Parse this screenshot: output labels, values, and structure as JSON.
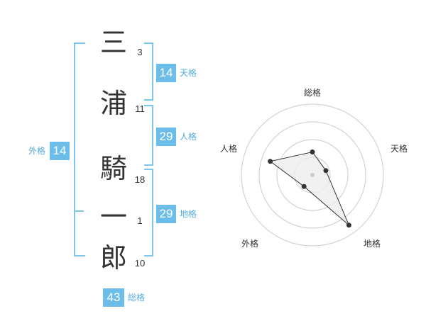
{
  "name": [
    {
      "char": "三",
      "strokes": "3"
    },
    {
      "char": "浦",
      "strokes": "11"
    },
    {
      "char": "騎",
      "strokes": "18"
    },
    {
      "char": "一",
      "strokes": "1"
    },
    {
      "char": "郎",
      "strokes": "10"
    }
  ],
  "fortunes": {
    "tenkaku": {
      "value": "14",
      "label": "天格"
    },
    "jinkaku": {
      "value": "29",
      "label": "人格"
    },
    "chikaku": {
      "value": "29",
      "label": "地格"
    },
    "gaikaku": {
      "value": "14",
      "label": "外格"
    },
    "soukaku": {
      "value": "43",
      "label": "総格"
    }
  },
  "chart_data": {
    "type": "radar",
    "axes": [
      "総格",
      "天格",
      "地格",
      "外格",
      "人格"
    ],
    "rmax": 4,
    "rings": 4,
    "values": [
      1.3,
      0.8,
      3.5,
      0.8,
      2.5
    ],
    "series_color": "#333333",
    "fill_color": "#eeeeee",
    "grid_color": "#cccccc"
  },
  "colors": {
    "accent": "#6cbde9",
    "bracket": "#7ec5ee",
    "accent_text": "#55acdb"
  }
}
